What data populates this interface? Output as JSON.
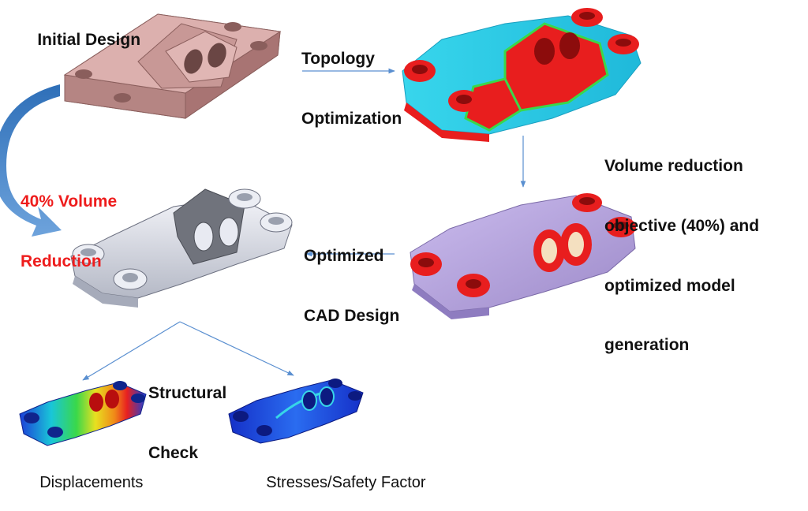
{
  "labels": {
    "initial_design": "Initial Design",
    "topology_optimization": [
      "Topology",
      "Optimization"
    ],
    "volume_reduction_objective": [
      "Volume reduction",
      "objective (40%) and",
      "optimized model",
      "generation"
    ],
    "volume_reduction_40": [
      "40% Volume",
      "Reduction"
    ],
    "optimized_cad_design": [
      "Optimized",
      "CAD Design"
    ],
    "structural_check": [
      "Structural",
      "Check"
    ],
    "displacements": "Displacements",
    "stresses_safety_factor": "Stresses/Safety Factor"
  },
  "colors": {
    "highlight_text": "#ee1c1c",
    "arrow_blue": "#5a8fd0",
    "curved_arrow": "#3d7fc4",
    "initial_part": "#d9a7a5",
    "topology_cyan": "#2fd4e8",
    "topology_red": "#e81e1e",
    "mesh_lavender": "#b8a6e0",
    "cad_gray": "#d9dce6",
    "stress_blue": "#1b2fd6"
  },
  "icons": {
    "initial": "initial-design-part-icon",
    "topology": "topology-result-part-icon",
    "mesh": "optimized-mesh-part-icon",
    "cad": "optimized-cad-part-icon",
    "displacement": "displacement-contour-part-icon",
    "stress": "stress-contour-part-icon"
  }
}
